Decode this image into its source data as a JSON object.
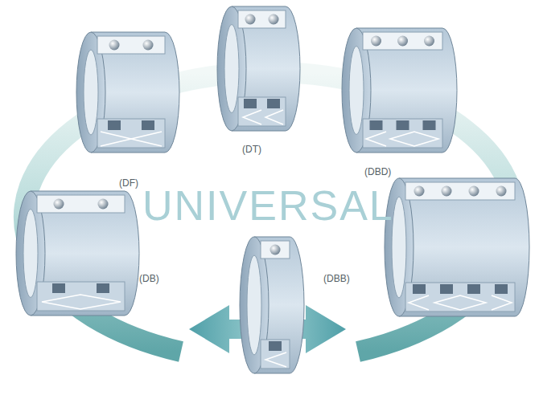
{
  "diagram": {
    "labels": [
      "(DT)",
      "(DF)",
      "(DBD)",
      "UNIVERSAL",
      "(DB)",
      "(DBB)"
    ]
  }
}
